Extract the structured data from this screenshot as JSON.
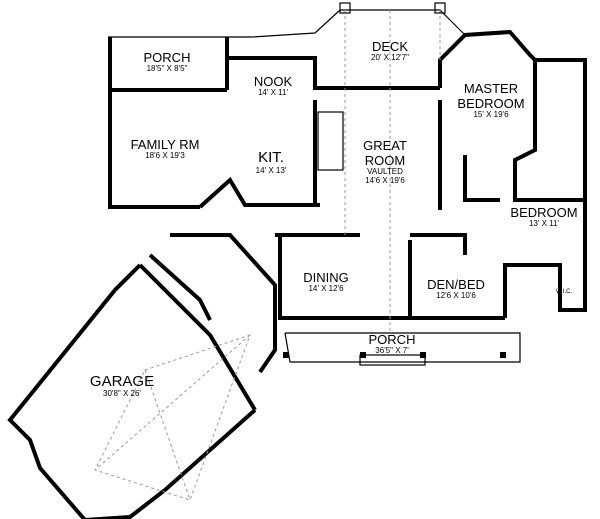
{
  "rooms": {
    "porch_rear": {
      "name": "PORCH",
      "dim": "18'5\" X 8'5\""
    },
    "deck": {
      "name": "DECK",
      "dim": "20' X 12'7\""
    },
    "nook": {
      "name": "NOOK",
      "dim": "14' X 11'"
    },
    "master": {
      "name1": "MASTER",
      "name2": "BEDROOM",
      "dim": "15' X 19'6"
    },
    "family": {
      "name": "FAMILY RM",
      "dim": "18'6 X 19'3"
    },
    "kitchen": {
      "name": "KIT.",
      "dim": "14' X 13'"
    },
    "great": {
      "name1": "GREAT",
      "name2": "ROOM",
      "note": "VAULTED",
      "dim": "14'6 X 19'6"
    },
    "bedroom": {
      "name": "BEDROOM",
      "dim": "13' X 11'"
    },
    "dining": {
      "name": "DINING",
      "dim": "14' X 12'6"
    },
    "den": {
      "name": "DEN/BED",
      "dim": "12'6 X 10'6"
    },
    "wic": {
      "name": "W.I.C."
    },
    "porch_front": {
      "name": "PORCH",
      "dim": "36'5\" X 7'"
    },
    "garage": {
      "name": "GARAGE",
      "dim": "30'8\" X 26'"
    }
  }
}
